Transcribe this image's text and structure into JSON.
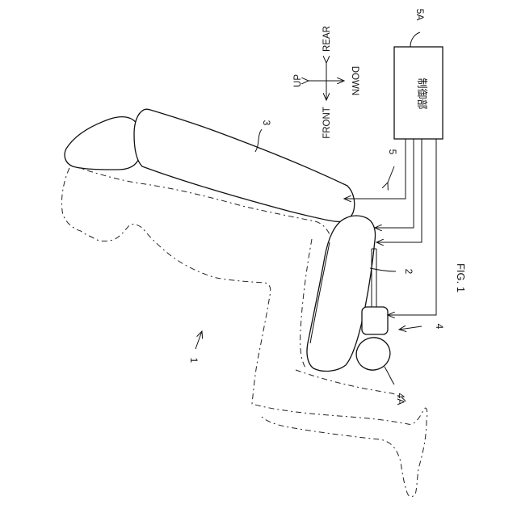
{
  "figure": {
    "caption": "FIG. 1",
    "directions": {
      "up": "UP",
      "down": "DOWN",
      "front": "FRONT",
      "rear": "REAR"
    },
    "controller": {
      "text": "制御部",
      "ref": "5A"
    },
    "refs": {
      "system": "1",
      "seat_cushion": "2",
      "seat_back": "3",
      "actuator": "4",
      "actuator_part": "4A",
      "wiring": "5"
    }
  }
}
